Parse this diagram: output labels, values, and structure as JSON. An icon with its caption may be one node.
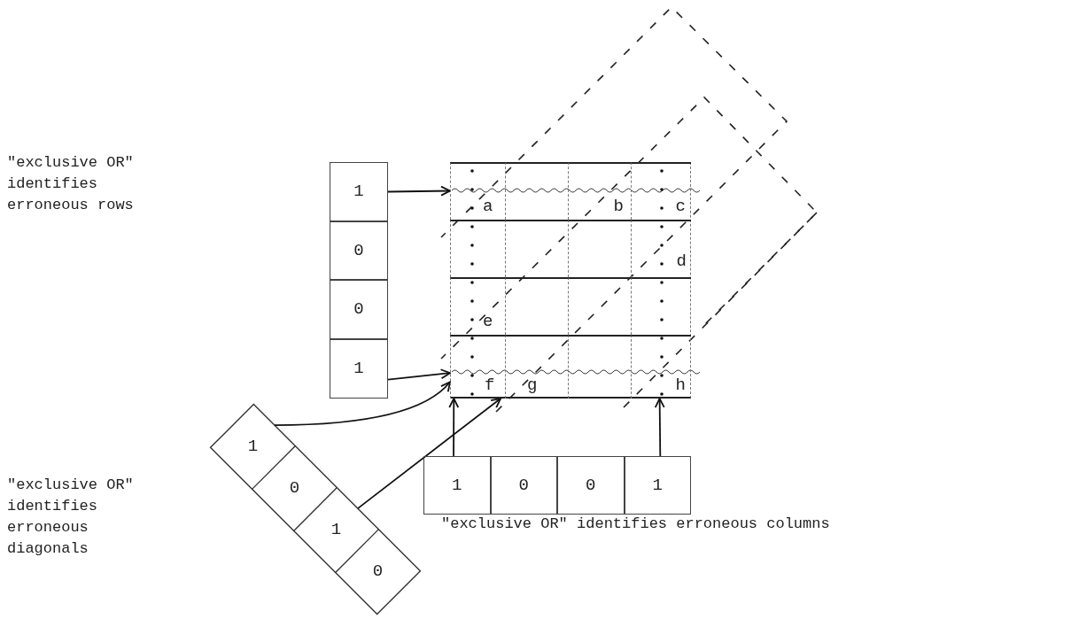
{
  "diagram": {
    "nodes": [
      {
        "text": [],
        "shape": "box"
      },
      {
        "text": [
          "a"
        ],
        "in": 0
      },
      {
        "text": [],
        "shape": "box",
        "in": 0
      },
      {
        "text": [
          "b"
        ],
        "in": 0
      },
      {
        "text": [
          "c"
        ],
        "in": 0
      },
      {
        "text": [],
        "shape": "box",
        "in": 0
      },
      {
        "text": [],
        "shape": "box",
        "in": 0
      },
      {
        "text": [],
        "shape": "box",
        "in": 0
      },
      {
        "text": [
          "d"
        ],
        "in": 0
      },
      {
        "text": [
          "e"
        ],
        "in": 0
      },
      {
        "text": [],
        "shape": "box",
        "in": 0
      },
      {
        "text": [],
        "shape": "box",
        "in": 0
      },
      {
        "text": [],
        "shape": "box",
        "in": 0
      },
      {
        "text": [
          "f"
        ],
        "in": 0
      },
      {
        "text": [
          "g"
        ],
        "in": 0
      },
      {
        "text": [],
        "shape": "box",
        "in": 0
      },
      {
        "text": [
          "h"
        ],
        "in": 0
      },
      {
        "text": [
          "1"
        ]
      },
      {
        "text": [
          "0"
        ]
      },
      {
        "text": [
          "0"
        ]
      },
      {
        "text": [
          "1"
        ]
      },
      {
        "text": [
          "1"
        ]
      },
      {
        "text": [
          "0"
        ]
      },
      {
        "text": [
          "0"
        ]
      },
      {
        "text": [
          "1"
        ]
      },
      {
        "text": [
          "1"
        ]
      },
      {
        "text": [
          "0"
        ]
      },
      {
        "text": [
          "1"
        ]
      },
      {
        "text": [
          "0"
        ]
      }
    ],
    "edges": [
      {
        "from": 17,
        "to": 1,
        "arrow": "to"
      },
      {
        "from": 20,
        "to": 13,
        "arrow": "to"
      },
      {
        "from": 21,
        "to": 13,
        "arrow": "to"
      },
      {
        "from": 24,
        "to": 16,
        "arrow": "to"
      },
      {
        "from": 25,
        "to": 0,
        "arrow": "to"
      },
      {
        "from": 27,
        "to": 0,
        "arrow": "to"
      }
    ],
    "labels": [
      "\"exclusive OR\" identifies erroneous rows",
      "\"exclusive OR\" identifies erroneous diagonals",
      "\"exclusive OR\" identifies erroneous columns"
    ]
  }
}
